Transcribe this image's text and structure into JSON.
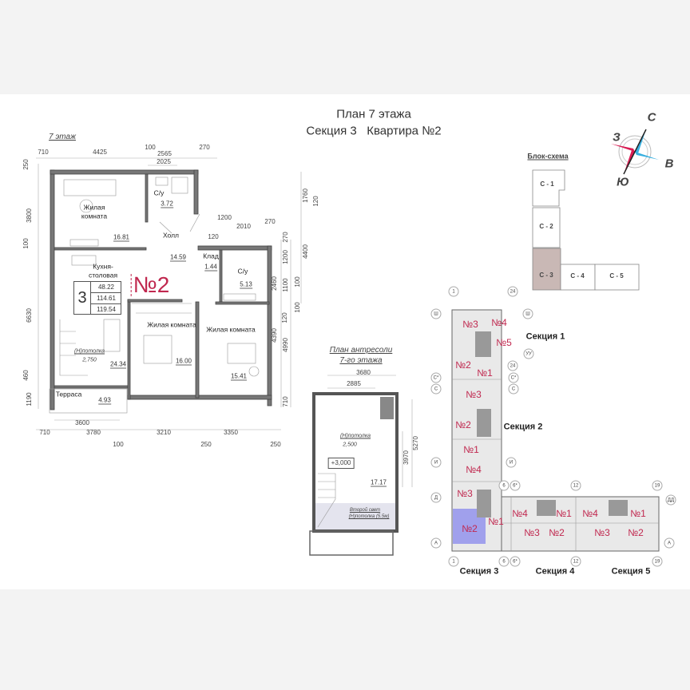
{
  "title": {
    "line1": "План 7 этажа",
    "line2": "Секция 3   Квартира №2"
  },
  "floor_label": "7 этаж",
  "main_plan": {
    "apartment_number": "№2",
    "summary": {
      "rooms": "3",
      "living_area": "48.22",
      "total_area": "114.61",
      "total_area_with_terrace": "119.54"
    },
    "rooms": [
      {
        "name": "Жилая\nкомната",
        "area": "16.81"
      },
      {
        "name": "С/у",
        "area": "3.72"
      },
      {
        "name": "Холл",
        "area": "14.59"
      },
      {
        "name": "Клад",
        "area": "1.44"
      },
      {
        "name": "С/у",
        "area": "5.13"
      },
      {
        "name": "Кухня-\nстоловая",
        "area": "24.34"
      },
      {
        "name": "Жилая комната",
        "area": "16.00"
      },
      {
        "name": "Жилая комната",
        "area": "15.41"
      },
      {
        "name": "Терраса",
        "area": "4.93"
      }
    ],
    "ceiling": {
      "label": "(Н)потолка",
      "value": "2,750"
    },
    "dims_top": [
      "710",
      "4425",
      "100",
      "2565",
      "270",
      "2025"
    ],
    "dims_inner": [
      "1200",
      "2010",
      "270",
      "120"
    ],
    "dims_left": [
      "250",
      "3800",
      "100",
      "6630",
      "460",
      "1190"
    ],
    "dims_bottom": [
      "3600",
      "710",
      "3780",
      "3210",
      "3350",
      "100",
      "250",
      "250"
    ],
    "dims_right": [
      "270",
      "1200",
      "1100",
      "2460",
      "100",
      "100",
      "120",
      "4390",
      "4990",
      "710",
      "4400",
      "1760",
      "120"
    ]
  },
  "mezzanine": {
    "title_line1": "План антресоли",
    "title_line2": "7-го этажа",
    "dims": [
      "3680",
      "2885",
      "3970",
      "5270"
    ],
    "ceiling_label": "(Н)потолка",
    "ceiling_value": "2,500",
    "level": "+3,000",
    "area": "17.17",
    "second_light_line1": "Второй свет",
    "second_light_line2": "(Н)потолка (5.5м)"
  },
  "compass": {
    "north": "С",
    "south": "Ю",
    "east": "В",
    "west": "З",
    "north_color": "#3ab0e0",
    "south_color": "#d81b52"
  },
  "block_scheme": {
    "title": "Блок-схема",
    "sections": [
      "С - 1",
      "С - 2",
      "С - 3",
      "С - 4",
      "С - 5"
    ],
    "highlighted": "С - 3",
    "highlight_color": "#c9b8b5"
  },
  "key_plan": {
    "sections": [
      "Секция 1",
      "Секция 2",
      "Секция 3",
      "Секция 4",
      "Секция 5"
    ],
    "highlight_color": "#a0a0ec",
    "apartment_color": "#c0284f",
    "apartments": [
      "№3",
      "№4",
      "№5",
      "№2",
      "№1",
      "№3",
      "№2",
      "№1",
      "№4",
      "№3",
      "№2",
      "№1",
      "№4",
      "№3",
      "№2",
      "№1",
      "№4",
      "№3",
      "№2",
      "№1"
    ],
    "axes": [
      "1",
      "24",
      "Ш",
      "Ш",
      "УУ",
      "24",
      "С*",
      "С*",
      "С",
      "С",
      "И",
      "И",
      "Д",
      "6",
      "6*",
      "12",
      "19",
      "ДД",
      "А",
      "А",
      "1",
      "6",
      "6*",
      "12",
      "19"
    ]
  }
}
